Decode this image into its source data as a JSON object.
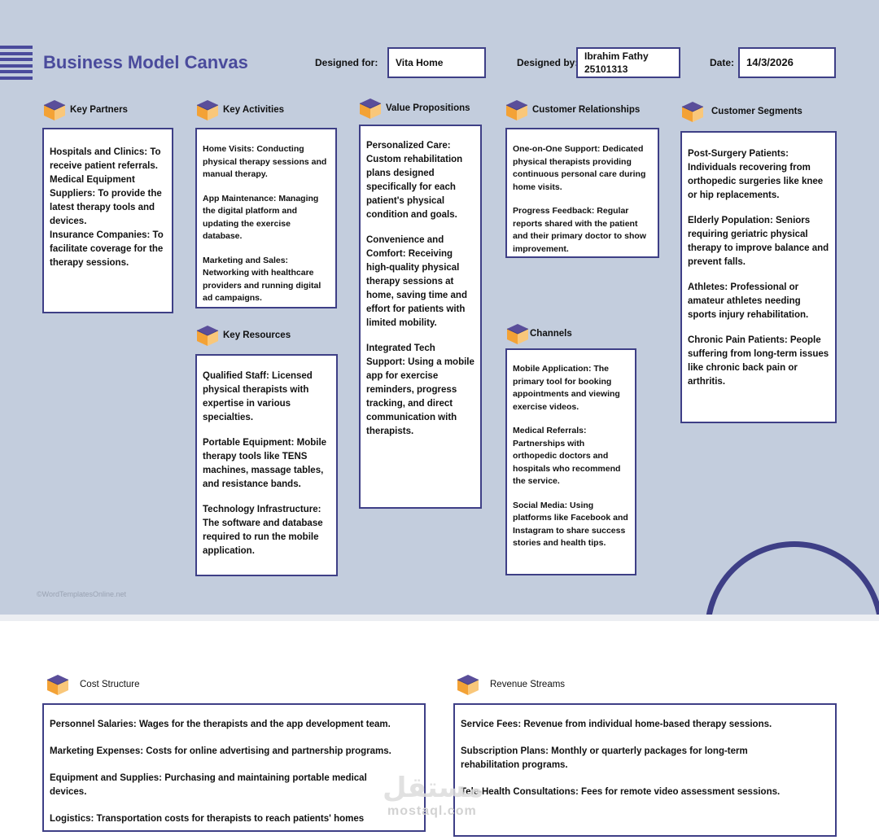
{
  "canvas": {
    "title": "Business Model Canvas",
    "designed_for_label": "Designed for:",
    "designed_for": "Vita Home",
    "designed_by_label": "Designed by:",
    "designed_by_name": "Ibrahim Fathy",
    "designed_by_id": "25101313",
    "date_label": "Date:",
    "date": "14/3/2026",
    "copyright": "©WordTemplatesOnline.net"
  },
  "colors": {
    "background": "#c3cddd",
    "accent": "#4a4b9c",
    "border": "#3e3f86",
    "icon_top": "#5a4e9a",
    "icon_left": "#f3a236",
    "icon_right": "#f9c77a"
  },
  "sections": {
    "key_partners": {
      "title": "Key Partners",
      "items": [
        "Hospitals and Clinics: To receive patient referrals.",
        "Medical Equipment Suppliers: To provide the latest therapy tools and devices.",
        "Insurance Companies: To facilitate coverage for the therapy sessions."
      ]
    },
    "key_activities": {
      "title": "Key Activities",
      "items": [
        "Home Visits: Conducting physical therapy sessions and manual therapy.",
        "App Maintenance: Managing the digital platform and updating the exercise database.",
        "Marketing and Sales: Networking with healthcare providers and running digital ad campaigns."
      ]
    },
    "key_resources": {
      "title": "Key Resources",
      "items": [
        "Qualified Staff: Licensed physical therapists with expertise in various specialties.",
        "Portable Equipment: Mobile therapy tools like TENS machines, massage tables, and resistance bands.",
        "Technology Infrastructure: The software and database required to run the mobile application."
      ]
    },
    "value_propositions": {
      "title": "Value Propositions",
      "items": [
        "Personalized Care: Custom rehabilitation plans designed specifically for each patient's physical condition and goals.",
        "Convenience and Comfort: Receiving high-quality physical therapy sessions at home, saving time and effort for patients with limited mobility.",
        "Integrated Tech Support: Using a mobile app for exercise reminders, progress tracking, and direct communication with therapists."
      ]
    },
    "customer_relationships": {
      "title": "Customer Relationships",
      "items": [
        "One-on-One Support: Dedicated physical therapists providing continuous personal care during home visits.",
        "Progress Feedback: Regular reports shared with the patient and their primary doctor to show improvement."
      ]
    },
    "channels": {
      "title": "Channels",
      "items": [
        "Mobile Application: The primary tool for booking appointments and viewing exercise videos.",
        "Medical Referrals: Partnerships with orthopedic doctors and hospitals who recommend the service.",
        "Social Media: Using platforms like Facebook and Instagram to share success stories and health tips."
      ]
    },
    "customer_segments": {
      "title": "Customer Segments",
      "items": [
        "Post-Surgery Patients: Individuals recovering from orthopedic surgeries like knee or hip replacements.",
        "Elderly Population: Seniors requiring geriatric physical therapy to improve balance and prevent falls.",
        "Athletes: Professional or amateur athletes needing sports injury rehabilitation.",
        "Chronic Pain Patients: People suffering from long-term issues like chronic back pain or arthritis."
      ]
    },
    "cost_structure": {
      "title": "Cost Structure",
      "items": [
        "Personnel Salaries: Wages for the therapists and the app development team.",
        "Marketing Expenses: Costs for online advertising and partnership programs.",
        "Equipment and Supplies: Purchasing and maintaining portable medical devices.",
        "Logistics: Transportation costs for therapists to reach patients' homes"
      ]
    },
    "revenue_streams": {
      "title": "Revenue Streams",
      "items": [
        "Service Fees: Revenue from individual home-based therapy sessions.",
        "Subscription Plans: Monthly or quarterly packages for long-term rehabilitation programs.",
        "Tele-Health Consultations: Fees for remote video assessment sessions."
      ]
    }
  },
  "watermark": {
    "arabic": "مستقل",
    "latin": "mostaql.com"
  }
}
